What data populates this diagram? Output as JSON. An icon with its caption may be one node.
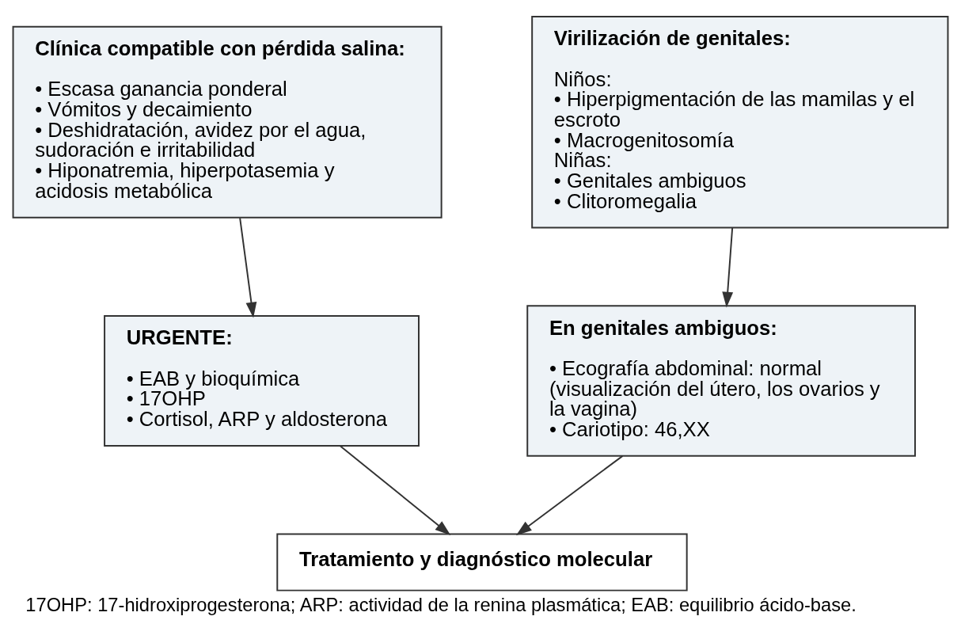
{
  "diagram": {
    "caption": "17OHP: 17-hidroxiprogesterona; ARP: actividad de la renina plasmática; EAB: equilibrio ácido-base.",
    "nodes": [
      {
        "text": [
          "Clínica compatible con pérdida salina:",
          "• Escasa ganancia ponderal",
          "• Vómitos y decaimiento",
          "• Deshidratación, avidez por el agua, sudoración e irritabilidad",
          "• Hiponatremia, hiperpotasemia y acidosis metabólica"
        ]
      },
      {
        "text": [
          "Virilización de genitales:",
          "Niños:",
          "• Hiperpigmentación de las mamilas y el escroto",
          "• Macrogenitosomía",
          "Niñas:",
          "• Genitales ambiguos",
          "• Clitoromegalia"
        ]
      },
      {
        "text": [
          "URGENTE:",
          "• EAB y bioquímica",
          "• 17OHP",
          "• Cortisol, ARP y aldosterona"
        ]
      },
      {
        "text": [
          "En genitales ambiguos:",
          "• Ecografía abdominal: normal (visualización del útero, los ovarios y la vagina)",
          "• Cariotipo: 46,XX"
        ]
      },
      {
        "text": [
          "Tratamiento y diagnóstico molecular"
        ]
      }
    ],
    "edges": [
      {
        "from": 0,
        "to": 2,
        "arrow": "to"
      },
      {
        "from": 1,
        "to": 3,
        "arrow": "to"
      },
      {
        "from": 2,
        "to": 4,
        "arrow": "to"
      },
      {
        "from": 3,
        "to": 4,
        "arrow": "to"
      }
    ]
  }
}
